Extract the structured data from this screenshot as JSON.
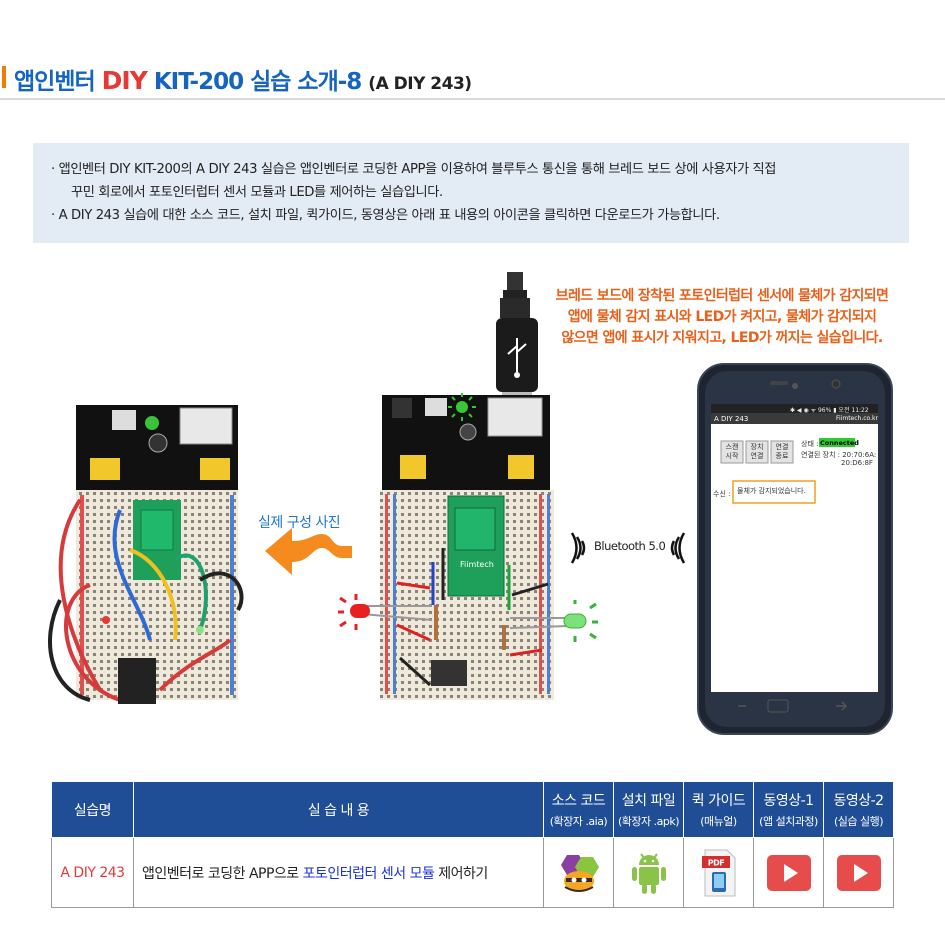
{
  "header": {
    "title_prefix": "앱인벤터 ",
    "title_diy": "DIY",
    "title_main": " KIT-200 실습 소개-8 ",
    "title_sub": "(A DIY 243)"
  },
  "info": {
    "line1": "· 앱인벤터 DIY KIT-200의 A DIY 243 실습은 앱인벤터로 코딩한 APP을 이용하여 블루투스 통신을 통해 브레드 보드 상에 사용자가 직접",
    "line2": "꾸민 회로에서 포토인터럽터 센서 모듈과 LED를 제어하는 실습입니다.",
    "line3": "· A DIY 243 실습에 대한 소스 코드, 설치 파일, 퀵가이드, 동영상은 아래 표 내용의 아이콘을 클릭하면 다운로드가 가능합니다."
  },
  "caption": {
    "line1": "브레드 보드에 장착된 포토인터럽터 센서에 물체가 감지되면",
    "line2": "앱에 물체 감지 표시와 LED가 켜지고, 물체가 감지되지",
    "line3": "않으면 앱에 표시가 지워지고, LED가 꺼지는 실습입니다."
  },
  "photo_label": "실제 구성 사진",
  "bluetooth_label": "Bluetooth 5.0",
  "phone": {
    "status_bar": "✱ ◀ ◉ ᯤ 96% ▮ 오전 11:22",
    "app_title": "A DIY 243",
    "app_brand": "Fiimtech.co.kr",
    "btn_scan_1": "스캔",
    "btn_scan_2": "시작",
    "btn_connect_1": "장치",
    "btn_connect_2": "연결",
    "btn_end_1": "연결",
    "btn_end_2": "종료",
    "state_label": "상태 :",
    "state_value": "Connected",
    "device_label": "연결된 장치 : 20:70:6A:",
    "device_value": "20:D6:8F",
    "recv_label": "수신 :",
    "recv_value": "물체가 감지되었습니다."
  },
  "board": {
    "module_label": "Fiimtech"
  },
  "table": {
    "headers": {
      "name": "실습명",
      "content": "실 습 내 용",
      "source": "소스 코드",
      "source_sub": "(확장자 .aia)",
      "install": "설치 파일",
      "install_sub": "(확장자 .apk)",
      "guide": "퀵 가이드",
      "guide_sub": "(매뉴얼)",
      "video1": "동영상-1",
      "video1_sub": "(앱 설치과정)",
      "video2": "동영상-2",
      "video2_sub": "(실습 실행)"
    },
    "row": {
      "name": "A DIY 243",
      "content_pre": "앱인벤터로 코딩한 APP으로 ",
      "content_hl": "포토인터럽터 센서 모듈",
      "content_post": " 제어하기",
      "pdf_label": "PDF"
    }
  },
  "colors": {
    "title_blue": "#1565c0",
    "diy_red": "#e53935",
    "accent_orange": "#f07c00",
    "caption_orange": "#e8601a",
    "info_bg": "#e3ebf4",
    "table_header": "#1f4e96",
    "highlight_blue": "#1a33d9"
  }
}
